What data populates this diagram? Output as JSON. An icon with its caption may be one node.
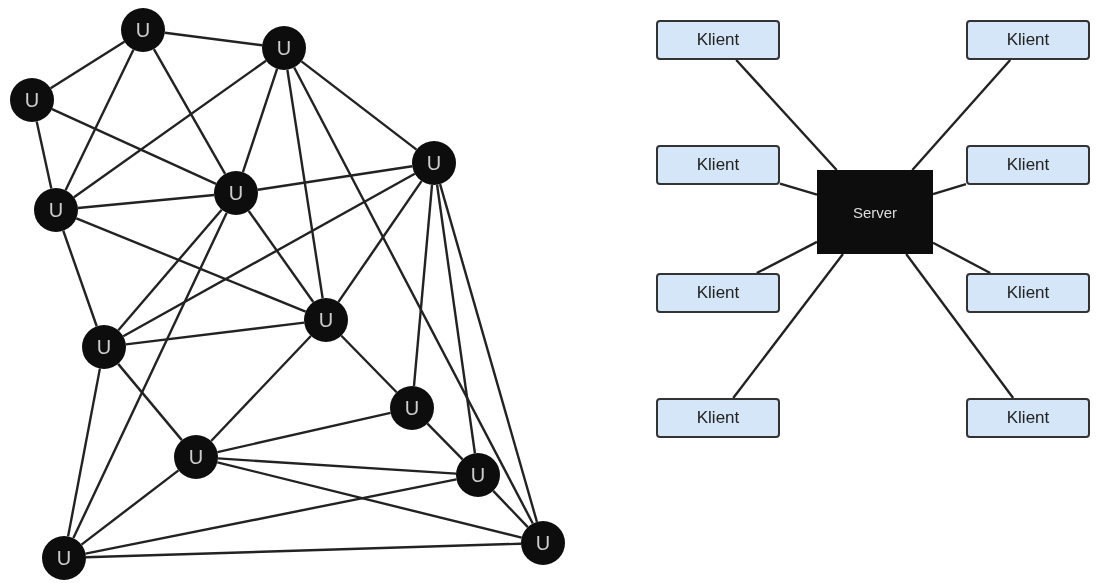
{
  "diagram": {
    "nodes": [
      {
        "text": [
          "U"
        ]
      },
      {
        "text": [
          "U"
        ]
      },
      {
        "text": [
          "U"
        ]
      },
      {
        "text": [
          "U"
        ]
      },
      {
        "text": [
          "U"
        ]
      },
      {
        "text": [
          "U"
        ]
      },
      {
        "text": [
          "U"
        ]
      },
      {
        "text": [
          "U"
        ]
      },
      {
        "text": [
          "U"
        ]
      },
      {
        "text": [
          "U"
        ]
      },
      {
        "text": [
          "U"
        ]
      },
      {
        "text": [
          "U"
        ]
      },
      {
        "text": [
          "U"
        ]
      },
      {
        "text": [
          "Klient"
        ]
      },
      {
        "text": [
          "Klient"
        ]
      },
      {
        "text": [
          "Klient"
        ]
      },
      {
        "text": [
          "Klient"
        ]
      },
      {
        "text": [
          "Server"
        ]
      },
      {
        "text": [
          "Klient"
        ]
      },
      {
        "text": [
          "Klient"
        ]
      },
      {
        "text": [
          "Klient"
        ]
      },
      {
        "text": [
          "Klient"
        ]
      }
    ],
    "edges": [
      {
        "from": 0,
        "to": 1,
        "arrow": "none"
      },
      {
        "from": 0,
        "to": 2,
        "arrow": "none"
      },
      {
        "from": 0,
        "to": 4,
        "arrow": "none"
      },
      {
        "from": 0,
        "to": 5,
        "arrow": "none"
      },
      {
        "from": 1,
        "to": 4,
        "arrow": "none"
      },
      {
        "from": 1,
        "to": 5,
        "arrow": "none"
      },
      {
        "from": 1,
        "to": 3,
        "arrow": "none"
      },
      {
        "from": 1,
        "to": 6,
        "arrow": "none"
      },
      {
        "from": 1,
        "to": 12,
        "arrow": "none"
      },
      {
        "from": 2,
        "to": 5,
        "arrow": "none"
      },
      {
        "from": 2,
        "to": 4,
        "arrow": "none"
      },
      {
        "from": 3,
        "to": 5,
        "arrow": "none"
      },
      {
        "from": 3,
        "to": 7,
        "arrow": "none"
      },
      {
        "from": 3,
        "to": 6,
        "arrow": "none"
      },
      {
        "from": 3,
        "to": 8,
        "arrow": "none"
      },
      {
        "from": 3,
        "to": 10,
        "arrow": "none"
      },
      {
        "from": 3,
        "to": 12,
        "arrow": "none"
      },
      {
        "from": 4,
        "to": 5,
        "arrow": "none"
      },
      {
        "from": 4,
        "to": 6,
        "arrow": "none"
      },
      {
        "from": 4,
        "to": 7,
        "arrow": "none"
      },
      {
        "from": 5,
        "to": 7,
        "arrow": "none"
      },
      {
        "from": 5,
        "to": 11,
        "arrow": "none"
      },
      {
        "from": 5,
        "to": 6,
        "arrow": "none"
      },
      {
        "from": 6,
        "to": 7,
        "arrow": "none"
      },
      {
        "from": 6,
        "to": 9,
        "arrow": "none"
      },
      {
        "from": 6,
        "to": 8,
        "arrow": "none"
      },
      {
        "from": 7,
        "to": 9,
        "arrow": "none"
      },
      {
        "from": 7,
        "to": 11,
        "arrow": "none"
      },
      {
        "from": 8,
        "to": 9,
        "arrow": "none"
      },
      {
        "from": 8,
        "to": 10,
        "arrow": "none"
      },
      {
        "from": 9,
        "to": 10,
        "arrow": "none"
      },
      {
        "from": 9,
        "to": 11,
        "arrow": "none"
      },
      {
        "from": 9,
        "to": 12,
        "arrow": "none"
      },
      {
        "from": 10,
        "to": 11,
        "arrow": "none"
      },
      {
        "from": 10,
        "to": 12,
        "arrow": "none"
      },
      {
        "from": 11,
        "to": 12,
        "arrow": "none"
      },
      {
        "from": 13,
        "to": 17,
        "arrow": "none"
      },
      {
        "from": 14,
        "to": 17,
        "arrow": "none"
      },
      {
        "from": 15,
        "to": 17,
        "arrow": "none"
      },
      {
        "from": 16,
        "to": 17,
        "arrow": "none"
      },
      {
        "from": 18,
        "to": 17,
        "arrow": "none"
      },
      {
        "from": 19,
        "to": 17,
        "arrow": "none"
      },
      {
        "from": 20,
        "to": 17,
        "arrow": "none"
      },
      {
        "from": 21,
        "to": 17,
        "arrow": "none"
      }
    ]
  }
}
